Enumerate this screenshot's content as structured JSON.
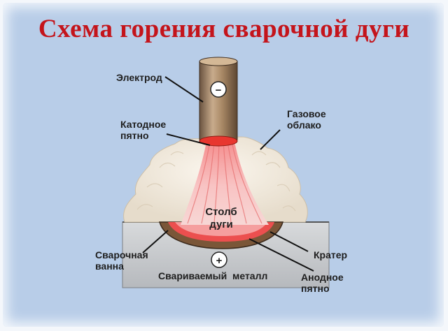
{
  "title": "Схема горения сварочной дуги",
  "labels": {
    "electrode": "Электрод",
    "cathode_spot_1": "Катодное",
    "cathode_spot_2": "пятно",
    "gas_cloud_1": "Газовое",
    "gas_cloud_2": "облако",
    "arc_column_1": "Столб",
    "arc_column_2": "дуги",
    "weld_pool_1": "Сварочная",
    "weld_pool_2": "ванна",
    "crater": "Кратер",
    "base_metal": "Свариваемый  металл",
    "anode_spot_1": "Анодное",
    "anode_spot_2": "пятно"
  },
  "polarity": {
    "electrode": "−",
    "workpiece": "+"
  }
}
